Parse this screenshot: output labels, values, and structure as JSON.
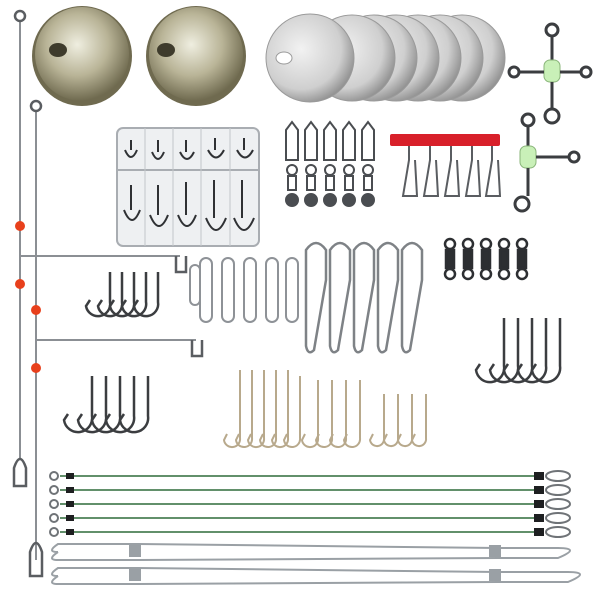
{
  "image": {
    "background": "#ffffff",
    "colors": {
      "brass": "#a8a385",
      "brass_dark": "#6f6a4f",
      "lead_disc": "#c9c9c9",
      "lead_disc_dark": "#8c8c8c",
      "steel": "#b9bcc0",
      "steel_dark": "#5a5d61",
      "black_hook": "#3b3d40",
      "bead_red": "#e8401c",
      "glow_bead": "#c9f0b8",
      "clip_red": "#d8202a",
      "leader_green": "#2f6b3a",
      "tackle_box": "#e9ecef"
    },
    "items": [
      {
        "name": "brass-weights",
        "count": 2
      },
      {
        "name": "lead-disc-weights",
        "count": 7
      },
      {
        "name": "three-way-swivels",
        "count": 2
      },
      {
        "name": "hook-assortment-box",
        "count": 1
      },
      {
        "name": "snap-swivels",
        "count": 5
      },
      {
        "name": "red-bead-snap-clips",
        "count": 5
      },
      {
        "name": "barrel-swivels",
        "count": 5
      },
      {
        "name": "two-hook-rigs",
        "count": 2
      },
      {
        "name": "black-circle-hooks-left",
        "count": 5
      },
      {
        "name": "black-circle-hooks-lower-left",
        "count": 5
      },
      {
        "name": "duo-lock-snaps",
        "count": 6
      },
      {
        "name": "fastlock-snaps",
        "count": 5
      },
      {
        "name": "black-circle-hooks-right",
        "count": 5
      },
      {
        "name": "long-shank-hooks",
        "count": 14
      },
      {
        "name": "green-wire-leaders",
        "count": 5
      },
      {
        "name": "steel-wire-leaders",
        "count": 2
      }
    ]
  }
}
